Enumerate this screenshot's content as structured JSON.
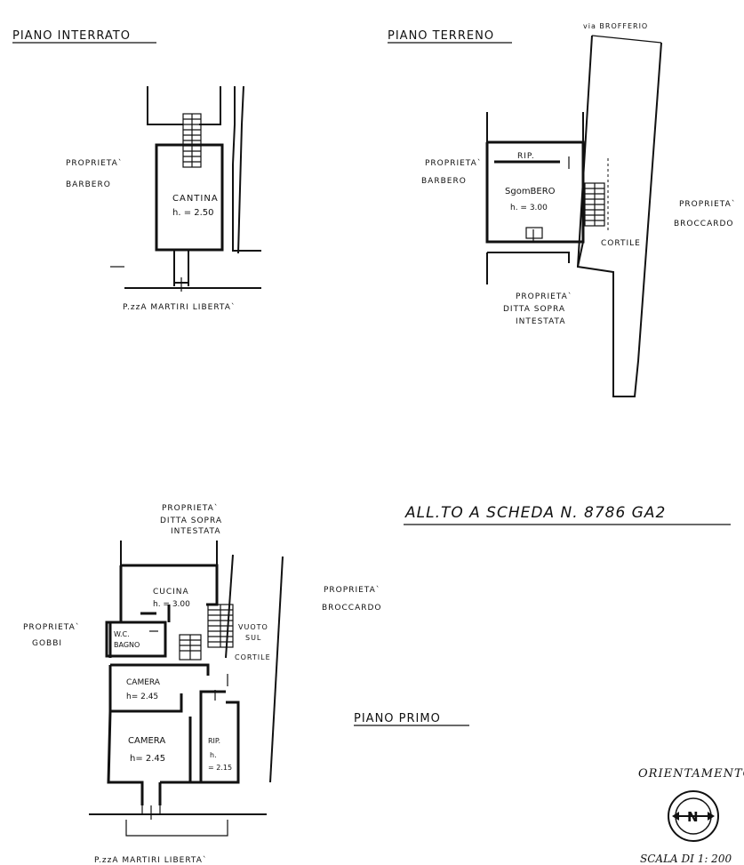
{
  "floors": {
    "basement": {
      "title": "PIANO   INTERRATO",
      "room_name": "CANTINA",
      "room_height": "h. = 2.50",
      "left_owner_1": "PROPRIETA`",
      "left_owner_2": "BARBERO",
      "street": "P.zzA   MARTIRI   LIBERTA`"
    },
    "ground": {
      "title": "PIANO   TERRENO",
      "street_top": "via  BROFFERIO",
      "left_owner_1": "PROPRIETA`",
      "left_owner_2": "BARBERO",
      "store_label": "RIP.",
      "room_name": "SgomBERO",
      "room_height": "h. = 3.00",
      "courtyard": "CORTILE",
      "right_owner_1": "PROPRIETA`",
      "right_owner_2": "BROCCARDO",
      "bottom_owner_1": "PROPRIETA`",
      "bottom_owner_2": "DITTA   SOPRA",
      "bottom_owner_3": "INTESTATA"
    },
    "first": {
      "title": "PIANO   PRIMO",
      "top_owner_1": "PROPRIETA`",
      "top_owner_2": "DITTA   SOPRA",
      "top_owner_3": "INTESTATA",
      "right_owner_1": "PROPRIETA`",
      "right_owner_2": "BROCCARDO",
      "left_owner_1": "PROPRIETA`",
      "left_owner_2": "GOBBI",
      "kitchen_name": "CUCINA",
      "kitchen_height": "h. = 3.00",
      "wc_name": "W.C.",
      "wc_sub": "BAGNO",
      "void_1": "VUOTO",
      "void_2": "SUL",
      "void_3": "CORTILE",
      "room1_name": "CAMERA",
      "room1_height": "h= 2.45",
      "room2_name": "CAMERA",
      "room2_height": "h= 2.45",
      "store_name": "RIP.",
      "store_h": "h.",
      "store_height": "= 2.15",
      "street": "P.zzA    MARTIRI    LIBERTA`"
    }
  },
  "attachment": "ALL.TO   A SCHEDA   N.  8786 GA2",
  "orientation_label": "ORIENTAMENTO",
  "compass_letter": "N",
  "scale": "SCALA DI 1: 200"
}
